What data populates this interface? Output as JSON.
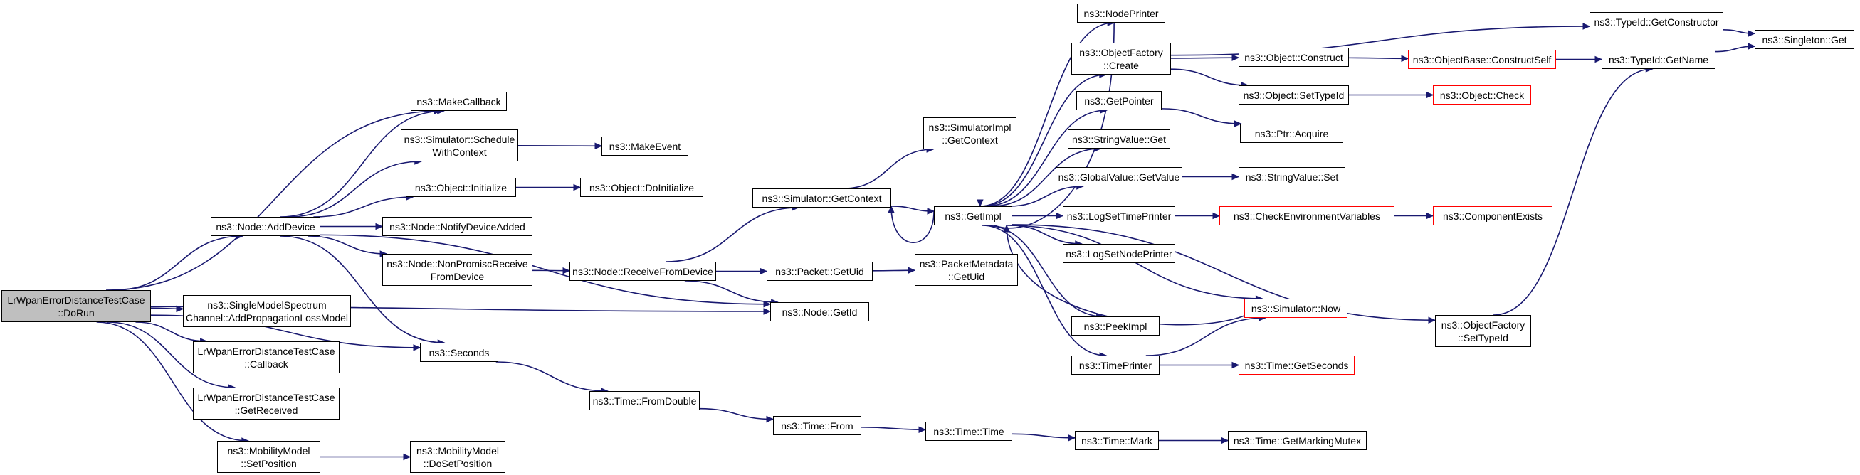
{
  "diagram": {
    "type": "call-graph",
    "colors": {
      "edge": "#191970",
      "box_border": "#000000",
      "truncated_border": "#ff0000",
      "root_fill": "#bfbfbf"
    },
    "nodes": [
      {
        "id": "root",
        "lines": [
          "LrWpanErrorDistanceTestCase",
          "::DoRun"
        ],
        "root": true
      },
      {
        "id": "makecallback",
        "lines": [
          "ns3::MakeCallback"
        ]
      },
      {
        "id": "schedwithctx",
        "lines": [
          "ns3::Simulator::Schedule",
          "WithContext"
        ]
      },
      {
        "id": "makeevent",
        "lines": [
          "ns3::MakeEvent"
        ]
      },
      {
        "id": "objinit",
        "lines": [
          "ns3::Object::Initialize"
        ]
      },
      {
        "id": "objdoinit",
        "lines": [
          "ns3::Object::DoInitialize"
        ]
      },
      {
        "id": "adddevice",
        "lines": [
          "ns3::Node::AddDevice"
        ]
      },
      {
        "id": "notifydev",
        "lines": [
          "ns3::Node::NotifyDeviceAdded"
        ]
      },
      {
        "id": "nonpromisc",
        "lines": [
          "ns3::Node::NonPromiscReceive",
          "FromDevice"
        ]
      },
      {
        "id": "recvfromdev",
        "lines": [
          "ns3::Node::ReceiveFromDevice"
        ]
      },
      {
        "id": "simgetctx",
        "lines": [
          "ns3::Simulator::GetContext"
        ]
      },
      {
        "id": "simimplctx",
        "lines": [
          "ns3::SimulatorImpl",
          "::GetContext"
        ]
      },
      {
        "id": "packetuid",
        "lines": [
          "ns3::Packet::GetUid"
        ]
      },
      {
        "id": "pktmetauid",
        "lines": [
          "ns3::PacketMetadata",
          "::GetUid"
        ]
      },
      {
        "id": "nodegetid",
        "lines": [
          "ns3::Node::GetId"
        ]
      },
      {
        "id": "singlemodel",
        "lines": [
          "ns3::SingleModelSpectrum",
          "Channel::AddPropagationLossModel"
        ]
      },
      {
        "id": "callback",
        "lines": [
          "LrWpanErrorDistanceTestCase",
          "::Callback"
        ]
      },
      {
        "id": "getreceived",
        "lines": [
          "LrWpanErrorDistanceTestCase",
          "::GetReceived"
        ]
      },
      {
        "id": "seconds",
        "lines": [
          "ns3::Seconds"
        ]
      },
      {
        "id": "fromdouble",
        "lines": [
          "ns3::Time::FromDouble"
        ]
      },
      {
        "id": "timefrom",
        "lines": [
          "ns3::Time::From"
        ]
      },
      {
        "id": "timetime",
        "lines": [
          "ns3::Time::Time"
        ]
      },
      {
        "id": "timemark",
        "lines": [
          "ns3::Time::Mark"
        ]
      },
      {
        "id": "markmutex",
        "lines": [
          "ns3::Time::GetMarkingMutex"
        ]
      },
      {
        "id": "mobsetpos",
        "lines": [
          "ns3::MobilityModel",
          "::SetPosition"
        ]
      },
      {
        "id": "mobdosetpos",
        "lines": [
          "ns3::MobilityModel",
          "::DoSetPosition"
        ]
      },
      {
        "id": "getimpl",
        "lines": [
          "ns3::GetImpl"
        ]
      },
      {
        "id": "nodeprinter",
        "lines": [
          "ns3::NodePrinter"
        ]
      },
      {
        "id": "objfactcreate",
        "lines": [
          "ns3::ObjectFactory",
          "::Create"
        ]
      },
      {
        "id": "getpointer",
        "lines": [
          "ns3::GetPointer"
        ]
      },
      {
        "id": "stringvalget",
        "lines": [
          "ns3::StringValue::Get"
        ]
      },
      {
        "id": "globalval",
        "lines": [
          "ns3::GlobalValue::GetValue"
        ]
      },
      {
        "id": "logsettime",
        "lines": [
          "ns3::LogSetTimePrinter"
        ]
      },
      {
        "id": "logsetnode",
        "lines": [
          "ns3::LogSetNodePrinter"
        ]
      },
      {
        "id": "peekimpl",
        "lines": [
          "ns3::PeekImpl"
        ]
      },
      {
        "id": "timeprinter",
        "lines": [
          "ns3::TimePrinter"
        ]
      },
      {
        "id": "typeidgetctor",
        "lines": [
          "ns3::TypeId::GetConstructor"
        ]
      },
      {
        "id": "objconstruct",
        "lines": [
          "ns3::Object::Construct"
        ]
      },
      {
        "id": "objbasector",
        "lines": [
          "ns3::ObjectBase::ConstructSelf"
        ],
        "truncated": true
      },
      {
        "id": "objsettypeid",
        "lines": [
          "ns3::Object::SetTypeId"
        ]
      },
      {
        "id": "objcheck",
        "lines": [
          "ns3::Object::Check"
        ],
        "truncated": true
      },
      {
        "id": "ptracquire",
        "lines": [
          "ns3::Ptr::Acquire"
        ]
      },
      {
        "id": "stringvalset",
        "lines": [
          "ns3::StringValue::Set"
        ]
      },
      {
        "id": "checkenv",
        "lines": [
          "ns3::CheckEnvironmentVariables"
        ],
        "truncated": true
      },
      {
        "id": "compexists",
        "lines": [
          "ns3::ComponentExists"
        ],
        "truncated": true
      },
      {
        "id": "simnow",
        "lines": [
          "ns3::Simulator::Now"
        ],
        "truncated": true
      },
      {
        "id": "timegetsec",
        "lines": [
          "ns3::Time::GetSeconds"
        ],
        "truncated": true
      },
      {
        "id": "objfactsettid",
        "lines": [
          "ns3::ObjectFactory",
          "::SetTypeId"
        ]
      },
      {
        "id": "typeidgetname",
        "lines": [
          "ns3::TypeId::GetName"
        ]
      },
      {
        "id": "singletonget",
        "lines": [
          "ns3::Singleton::Get"
        ]
      }
    ],
    "edges": [
      [
        "root",
        "makecallback"
      ],
      [
        "root",
        "adddevice"
      ],
      [
        "root",
        "singlemodel"
      ],
      [
        "root",
        "callback"
      ],
      [
        "root",
        "getreceived"
      ],
      [
        "root",
        "mobsetpos"
      ],
      [
        "root",
        "seconds"
      ],
      [
        "root",
        "nodegetid"
      ],
      [
        "adddevice",
        "makecallback"
      ],
      [
        "adddevice",
        "schedwithctx"
      ],
      [
        "adddevice",
        "objinit"
      ],
      [
        "adddevice",
        "notifydev"
      ],
      [
        "adddevice",
        "nonpromisc"
      ],
      [
        "adddevice",
        "seconds"
      ],
      [
        "adddevice",
        "nodegetid"
      ],
      [
        "schedwithctx",
        "makeevent"
      ],
      [
        "objinit",
        "objdoinit"
      ],
      [
        "nonpromisc",
        "recvfromdev"
      ],
      [
        "recvfromdev",
        "simgetctx"
      ],
      [
        "recvfromdev",
        "packetuid"
      ],
      [
        "recvfromdev",
        "nodegetid"
      ],
      [
        "simgetctx",
        "simimplctx"
      ],
      [
        "simgetctx",
        "getimpl"
      ],
      [
        "packetuid",
        "pktmetauid"
      ],
      [
        "seconds",
        "fromdouble"
      ],
      [
        "fromdouble",
        "timefrom"
      ],
      [
        "timefrom",
        "timetime"
      ],
      [
        "timetime",
        "timemark"
      ],
      [
        "timemark",
        "markmutex"
      ],
      [
        "mobsetpos",
        "mobdosetpos"
      ],
      [
        "getimpl",
        "simgetctx"
      ],
      [
        "getimpl",
        "nodeprinter"
      ],
      [
        "getimpl",
        "objfactcreate"
      ],
      [
        "getimpl",
        "getpointer"
      ],
      [
        "getimpl",
        "stringvalget"
      ],
      [
        "getimpl",
        "globalval"
      ],
      [
        "getimpl",
        "logsettime"
      ],
      [
        "getimpl",
        "logsetnode"
      ],
      [
        "getimpl",
        "peekimpl"
      ],
      [
        "getimpl",
        "timeprinter"
      ],
      [
        "getimpl",
        "simnow"
      ],
      [
        "getimpl",
        "objfactsettid"
      ],
      [
        "objfactcreate",
        "typeidgetctor"
      ],
      [
        "objfactcreate",
        "objconstruct"
      ],
      [
        "objfactcreate",
        "objsettypeid"
      ],
      [
        "objconstruct",
        "objbasector"
      ],
      [
        "objbasector",
        "typeidgetname"
      ],
      [
        "objsettypeid",
        "objcheck"
      ],
      [
        "getpointer",
        "ptracquire"
      ],
      [
        "globalval",
        "stringvalset"
      ],
      [
        "logsettime",
        "checkenv"
      ],
      [
        "checkenv",
        "compexists"
      ],
      [
        "timeprinter",
        "simnow"
      ],
      [
        "timeprinter",
        "timegetsec"
      ],
      [
        "simnow",
        "getimpl"
      ],
      [
        "nodeprinter",
        "getimpl"
      ],
      [
        "typeidgetctor",
        "singletonget"
      ],
      [
        "typeidgetname",
        "singletonget"
      ],
      [
        "objfactsettid",
        "typeidgetname"
      ]
    ]
  }
}
